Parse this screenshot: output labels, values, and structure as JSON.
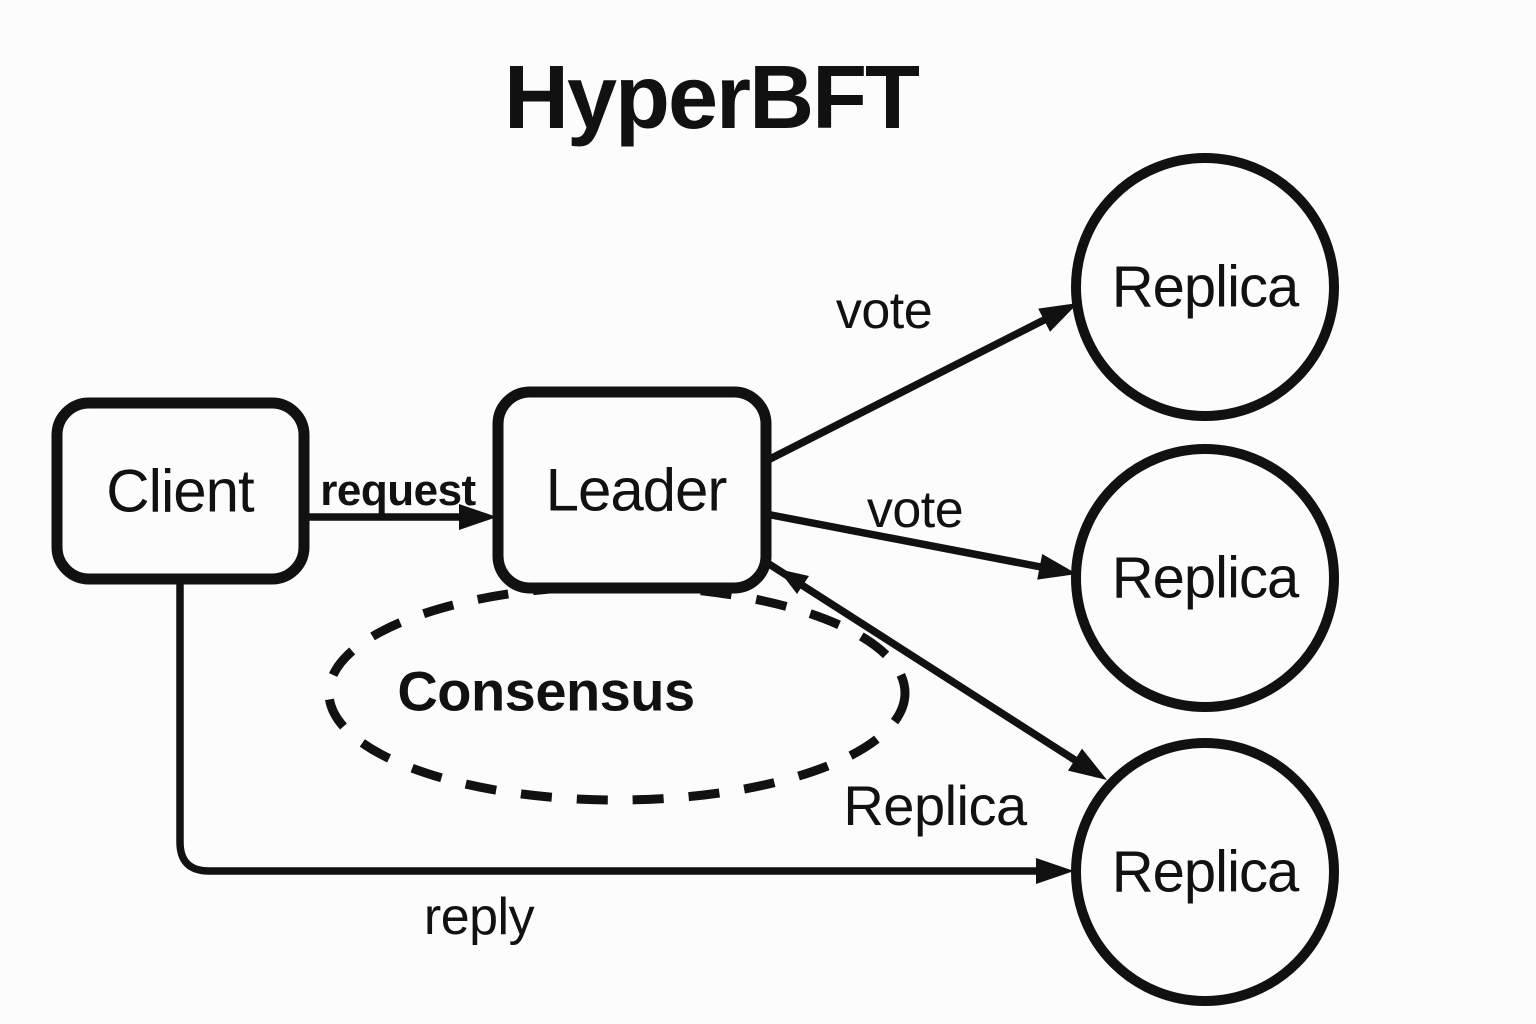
{
  "title": "HyperBFT",
  "colors": {
    "background": "#fcfcfc",
    "ink": "#111111"
  },
  "nodes": {
    "client": {
      "label": "Client",
      "shape": "rounded-rect"
    },
    "leader": {
      "label": "Leader",
      "shape": "rounded-rect"
    },
    "replica_top": {
      "label": "Replica",
      "shape": "circle"
    },
    "replica_middle": {
      "label": "Replica",
      "shape": "circle"
    },
    "replica_bottom": {
      "label": "Replica",
      "shape": "circle"
    }
  },
  "groups": {
    "consensus": {
      "label": "Consensus",
      "style": "dashed-ellipse"
    }
  },
  "edges": {
    "request": {
      "label": "request",
      "from": "client",
      "to": "leader"
    },
    "vote_top": {
      "label": "vote",
      "from": "leader",
      "to": "replica_top"
    },
    "vote_middle": {
      "label": "vote",
      "from": "leader",
      "to": "replica_middle"
    },
    "leader_to_replica_bottom": {
      "label": "Replica",
      "from": "leader",
      "to": "replica_bottom"
    },
    "reply": {
      "label": "reply",
      "from": "client",
      "to": "replica_bottom"
    }
  }
}
